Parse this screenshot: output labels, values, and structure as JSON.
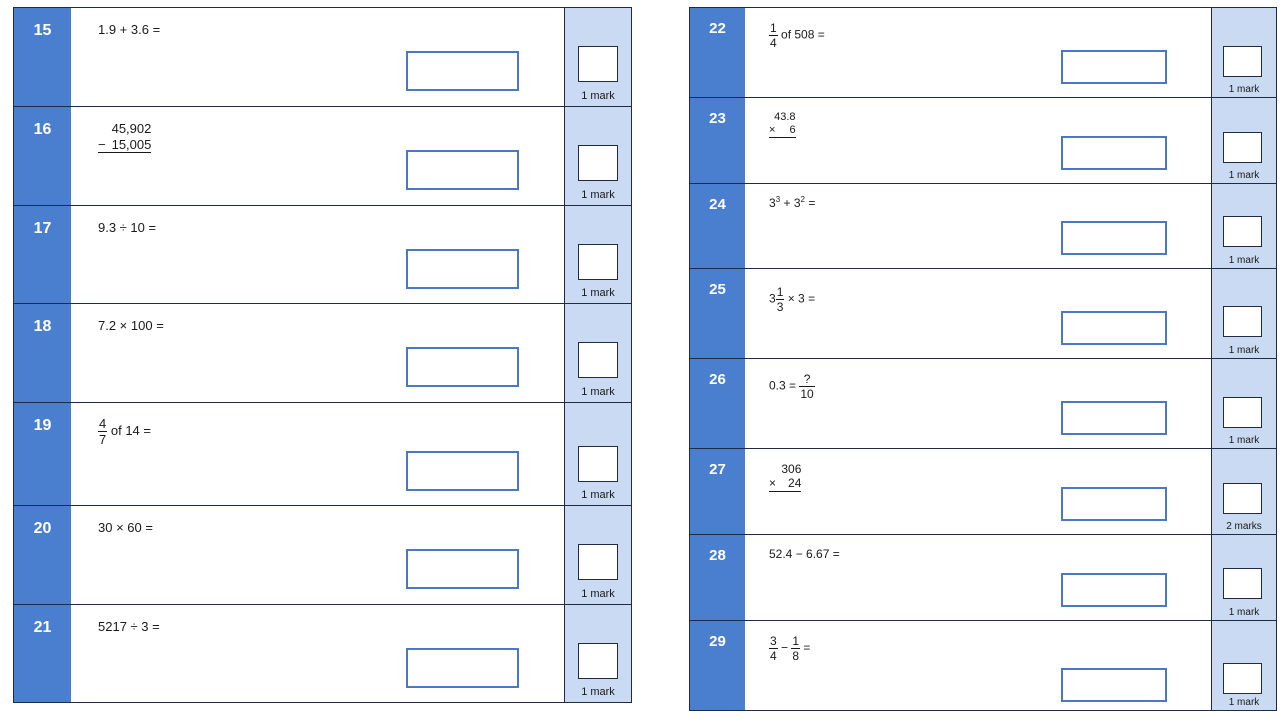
{
  "questions": [
    {
      "number": "15",
      "mark": "1 mark",
      "expr": "1.9 + 3.6 ="
    },
    {
      "number": "16",
      "mark": "1 mark",
      "top": "45,902",
      "op": "−",
      "bottom": "15,005"
    },
    {
      "number": "17",
      "mark": "1 mark",
      "expr": "9.3 ÷ 10 ="
    },
    {
      "number": "18",
      "mark": "1 mark",
      "expr": "7.2 × 100 ="
    },
    {
      "number": "19",
      "mark": "1 mark",
      "num": "4",
      "den": "7",
      "suffix": "of 14 ="
    },
    {
      "number": "20",
      "mark": "1 mark",
      "expr": "30 × 60 ="
    },
    {
      "number": "21",
      "mark": "1 mark",
      "expr": "5217 ÷ 3 ="
    },
    {
      "number": "22",
      "mark": "1 mark",
      "num": "1",
      "den": "4",
      "suffix": "of 508 ="
    },
    {
      "number": "23",
      "mark": "1 mark",
      "top": "43.8",
      "op": "×",
      "bottom": "6"
    },
    {
      "number": "24",
      "mark": "1 mark",
      "base1": "3",
      "exp1": "3",
      "plus": "+",
      "base2": "3",
      "exp2": "2",
      "eq": "="
    },
    {
      "number": "25",
      "mark": "1 mark",
      "whole": "3",
      "num": "1",
      "den": "3",
      "suffix": "× 3 ="
    },
    {
      "number": "26",
      "mark": "1 mark",
      "prefix": "0.3 =",
      "num": "?",
      "den": "10"
    },
    {
      "number": "27",
      "mark": "2 marks",
      "top": "306",
      "op": "×",
      "bottom": "24"
    },
    {
      "number": "28",
      "mark": "1 mark",
      "expr": "52.4 − 6.67 ="
    },
    {
      "number": "29",
      "mark": "1 mark",
      "num1": "3",
      "den1": "4",
      "minus": "−",
      "num2": "1",
      "den2": "8",
      "eq": "="
    }
  ]
}
